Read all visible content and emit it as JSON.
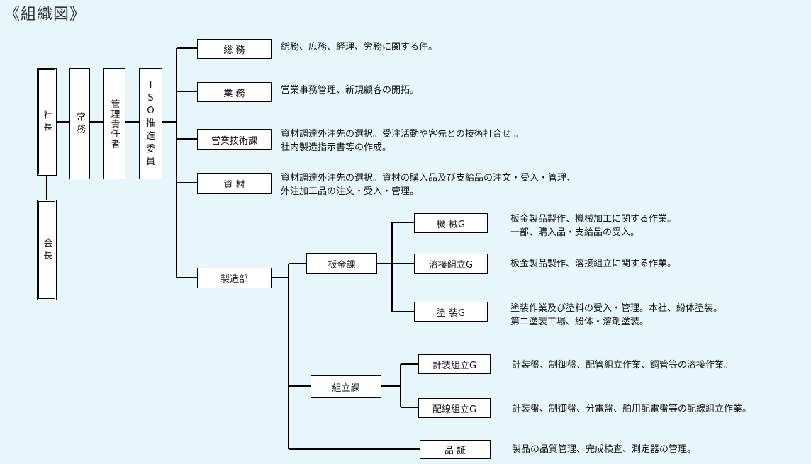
{
  "title": "《組織図》",
  "executives": {
    "president": "社長",
    "chairman": "会長",
    "managing_director": "常務",
    "management_rep": "管理責任者",
    "iso_committee": [
      "I",
      "S",
      "O",
      "推",
      "進",
      "委",
      "員"
    ]
  },
  "departments": [
    {
      "label": "総 務",
      "desc": [
        "総務、庶務、経理、労務に関する件。"
      ]
    },
    {
      "label": "業 務",
      "desc": [
        "営業事務管理、新規顧客の開拓。"
      ]
    },
    {
      "label": "営業技術課",
      "desc": [
        "資材調達外注先の選択。受注活動や客先との技術打合せ 。",
        "社内製造指示書等の作成。"
      ]
    },
    {
      "label": "資 材",
      "desc": [
        "資材調達外注先の選択。資材の購入品及び支給品の注文・受入・管理、",
        "外注加工品の注文・受入・管理。"
      ]
    }
  ],
  "manufacturing": {
    "label": "製造部",
    "sections": [
      {
        "label": "板金課",
        "groups": [
          {
            "label": "機 械G",
            "desc": [
              "板金製品製作、機械加工に関する作業。",
              "一部、購入品・支給品の受入。"
            ]
          },
          {
            "label": "溶接組立G",
            "desc": [
              "板金製品製作、溶接組立に関する作業。"
            ]
          },
          {
            "label": "塗 装G",
            "desc": [
              "塗装作業及び塗料の受入・管理。本社、紛体塗装。",
              "第二塗装工場、紛体・溶剤塗装。"
            ]
          }
        ]
      },
      {
        "label": "組立課",
        "groups": [
          {
            "label": "計装組立G",
            "desc": [
              "計装盤、制御盤、配管組立作業、鋼管等の溶接作業。"
            ]
          },
          {
            "label": "配線組立G",
            "desc": [
              "計装盤、制御盤、分電盤、舶用配電盤等の配線組立作業。"
            ]
          }
        ]
      }
    ],
    "qa": {
      "label": "品 証",
      "desc": [
        "製品の品質管理、完成検査、測定器の管理。"
      ]
    }
  }
}
